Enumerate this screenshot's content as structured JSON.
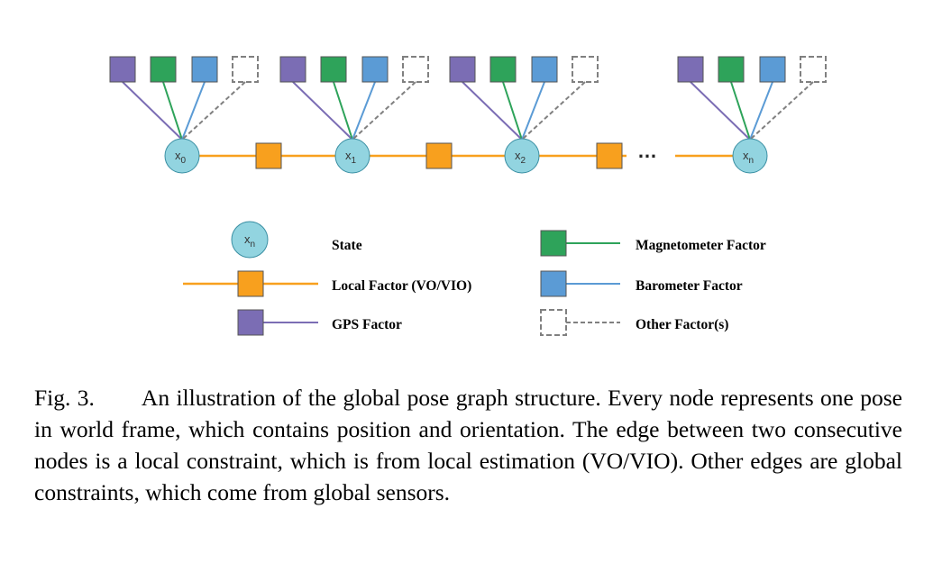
{
  "colors": {
    "gps": "#7B6DB4",
    "magnetometer": "#2EA35A",
    "barometer": "#5B9BD5",
    "local": "#F8A01E",
    "state_fill": "#92D4E0",
    "other": "#808080"
  },
  "nodes": [
    {
      "base": "x",
      "sub": "0"
    },
    {
      "base": "x",
      "sub": "1"
    },
    {
      "base": "x",
      "sub": "2"
    },
    {
      "base": "x",
      "sub": "n"
    }
  ],
  "ellipsis": "…",
  "legend": {
    "state": {
      "base": "x",
      "sub": "n",
      "label": "State"
    },
    "local": "Local Factor (VO/VIO)",
    "gps": "GPS Factor",
    "magnetometer": "Magnetometer Factor",
    "barometer": "Barometer Factor",
    "other": "Other Factor(s)"
  },
  "caption": {
    "fig": "Fig. 3.",
    "text": "An illustration of the global pose graph structure. Every node represents one pose in world frame, which contains position and orientation. The edge between two consecutive nodes is a local constraint, which is from local estimation (VO/VIO). Other edges are global constraints, which come from global sensors."
  }
}
